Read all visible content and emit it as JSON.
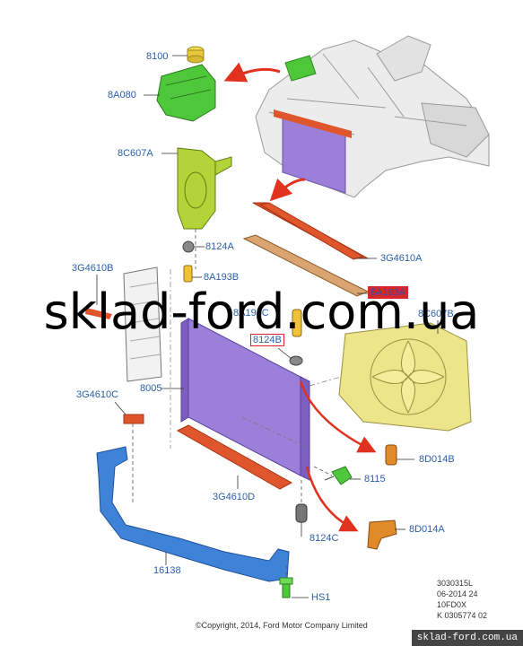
{
  "labels": {
    "p8100": "8100",
    "p8A080": "8A080",
    "p8C607A": "8C607A",
    "p8124A": "8124A",
    "p3G4610B": "3G4610B",
    "p8A193B": "8A193B",
    "p3G4610A": "3G4610A",
    "p8A193A": "8A193A",
    "p8A193C": "8A193C",
    "p8C607B": "8C607B",
    "p8124B": "8124B",
    "p8005": "8005",
    "p3G4610C": "3G4610C",
    "p8D014B": "8D014B",
    "p8115": "8115",
    "p3G4610D": "3G4610D",
    "p8124C": "8124C",
    "p8D014A": "8D014A",
    "p16138": "16138",
    "pHS1": "HS1"
  },
  "watermark": "sklad-ford.com.ua",
  "info_block": {
    "line1": "3030315L",
    "line2": "06-2014 24",
    "line3": "10FD0X",
    "line4": "K 0305774 02"
  },
  "copyright": "©Copyright, 2014, Ford Motor Company Limited",
  "footer_url": "sklad-ford.com.ua",
  "colors": {
    "label_blue": "#2a5fa8",
    "radiator_purple": "#9b7fd8",
    "pad_orange": "#e0562c",
    "fan_yellow": "#ece58a",
    "tank_green": "#4fc73a",
    "support_blue": "#3f83d8",
    "arrow_red": "#e0321e",
    "hose_orange": "#e08a2a"
  }
}
